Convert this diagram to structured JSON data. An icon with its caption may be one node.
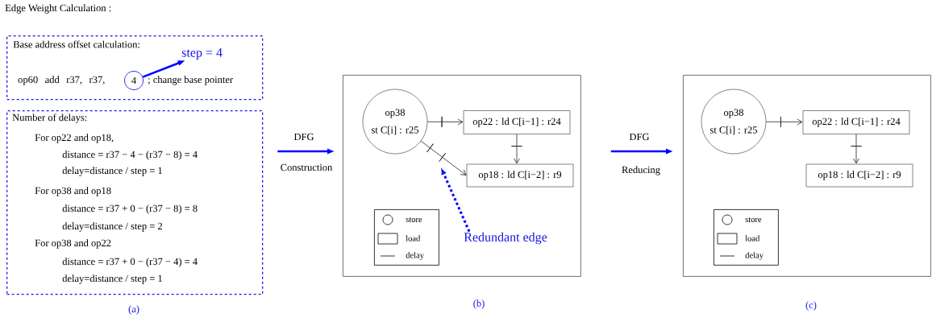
{
  "diagram": {
    "title": "Edge Weight Calculation :",
    "nodes": [
      {
        "text": [
          "Base address offset calculation:",
          "op60 add r37, r37,",
          "; change base pointer"
        ]
      },
      {
        "text": [
          "4"
        ],
        "in": 0
      },
      {
        "text": [
          "step = 4"
        ],
        "in": 0
      },
      {
        "text": [
          "Number of delays:",
          "For op22 and op18,",
          "distance = r37 − 4 − (r37 − 8) = 4",
          "delay=distance / step = 1",
          "For op38 and op18",
          "distance = r37 + 0 − (r37 − 8) = 8",
          "delay=distance / step = 2",
          "For op38 and op22",
          "distance = r37 + 0 − (r37 − 4) = 4",
          "delay=distance / step = 1"
        ],
        "beside": [
          "(a)"
        ]
      },
      {
        "text": [],
        "shape": "box",
        "beside": [
          "(b)"
        ]
      },
      {
        "text": [
          "op38",
          "st C[i] : r25"
        ],
        "in": 4
      },
      {
        "text": [
          "op22 : ld C[i−1] : r24"
        ],
        "in": 4
      },
      {
        "text": [
          "op18 : ld C[i−2] : r9"
        ],
        "in": 4
      },
      {
        "text": [
          "store",
          "load",
          "delay"
        ],
        "in": 4
      },
      {
        "text": [
          "Redundant edge"
        ],
        "in": 4
      },
      {
        "text": [],
        "shape": "box",
        "beside": [
          "(c)"
        ]
      },
      {
        "text": [
          "op38",
          "st C[i] : r25"
        ],
        "in": 10
      },
      {
        "text": [
          "op22 : ld C[i−1] : r24"
        ],
        "in": 10
      },
      {
        "text": [
          "op18 : ld C[i−2] : r9"
        ],
        "in": 10
      },
      {
        "text": [
          "store",
          "load",
          "delay"
        ],
        "in": 10
      }
    ],
    "edges": [
      {
        "from": 1,
        "to": 2,
        "arrow": "to",
        "style": "thick",
        "color": "#0000ff"
      },
      {
        "from": 3,
        "to": 4,
        "arrow": "to",
        "label": "DFG",
        "style": "thick",
        "color": "#0000ff"
      },
      {
        "from": 5,
        "to": 6,
        "arrow": "to"
      },
      {
        "from": 6,
        "to": 7,
        "arrow": "to"
      },
      {
        "from": 5,
        "to": 7,
        "arrow": "to"
      },
      {
        "from": 9,
        "to": null,
        "arrow": "to",
        "style": "dashed",
        "color": "#0000ff"
      },
      {
        "from": 4,
        "to": 10,
        "arrow": "to",
        "label": "DFG",
        "style": "thick",
        "color": "#0000ff"
      },
      {
        "from": 11,
        "to": 12,
        "arrow": "to"
      },
      {
        "from": 12,
        "to": 13,
        "arrow": "to"
      }
    ],
    "labels": [
      "Construction",
      "Reducing"
    ]
  }
}
